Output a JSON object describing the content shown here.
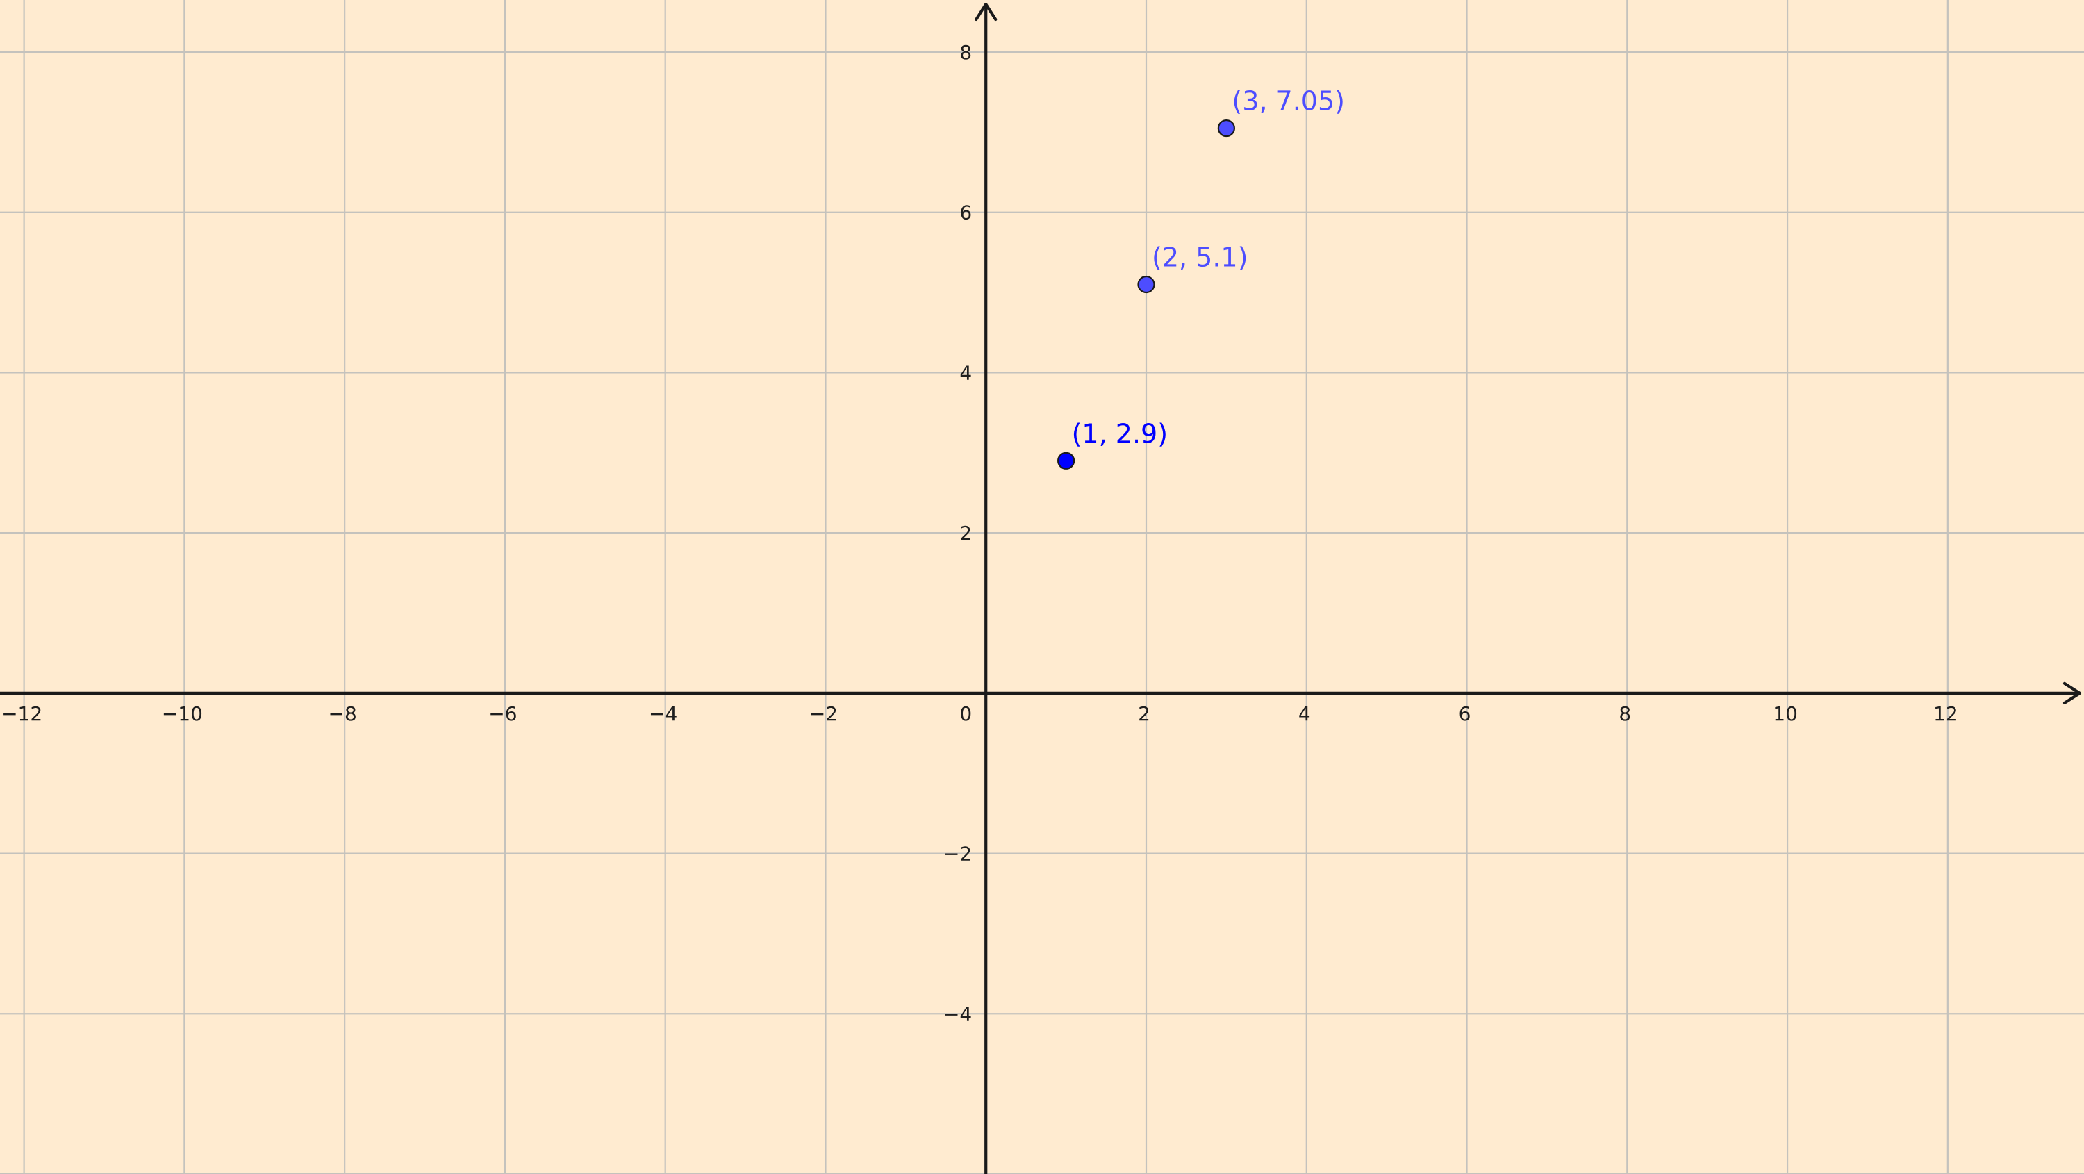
{
  "chart_data": {
    "type": "scatter",
    "title": "",
    "xlabel": "",
    "ylabel": "",
    "xlim": [
      -12.3,
      13.7
    ],
    "ylim": [
      -6.0,
      8.65
    ],
    "grid": true,
    "x_ticks": [
      -12,
      -10,
      -8,
      -6,
      -4,
      -2,
      2,
      4,
      6,
      8,
      10,
      12
    ],
    "y_ticks": [
      -4,
      -2,
      2,
      4,
      6,
      8
    ],
    "x_tick_labels": [
      "−12",
      "−10",
      "−8",
      "−6",
      "−4",
      "−2",
      "2",
      "4",
      "6",
      "8",
      "10",
      "12"
    ],
    "y_tick_labels": [
      "−4",
      "−2",
      "2",
      "4",
      "6",
      "8"
    ],
    "origin_label": "0",
    "points": [
      {
        "x": 1,
        "y": 2.9,
        "label": "(1, 2.9)",
        "color": "#0000ff",
        "label_color": "#0000ff"
      },
      {
        "x": 2,
        "y": 5.1,
        "label": "(2, 5.1)",
        "color": "#4d4dff",
        "label_color": "#4d4dff"
      },
      {
        "x": 3,
        "y": 7.05,
        "label": "(3, 7.05)",
        "color": "#4d4dff",
        "label_color": "#4d4dff"
      }
    ],
    "colors": {
      "background": "#ffebd0",
      "grid": "#c4c2bd",
      "axis": "#1a1a1a"
    }
  }
}
